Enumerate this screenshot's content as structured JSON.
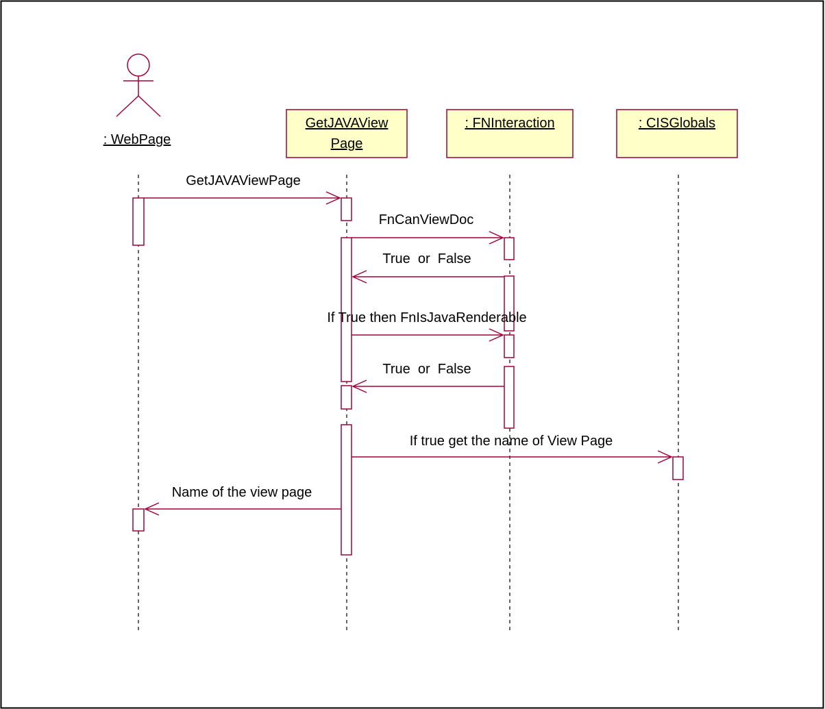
{
  "diagram": {
    "kind": "UML sequence diagram",
    "colors": {
      "frame": "#000000",
      "line": "#a0003a",
      "object_fill": "#ffffc8",
      "lifeline": "#000000",
      "text": "#000000"
    },
    "participants": [
      {
        "id": "webpage",
        "label": ": WebPage",
        "type": "actor"
      },
      {
        "id": "getjava",
        "label_lines": [
          "GetJAVAView",
          "Page"
        ],
        "type": "object"
      },
      {
        "id": "fninteraction",
        "label": ": FNInteraction",
        "type": "object"
      },
      {
        "id": "cisglobals",
        "label": ": CISGlobals",
        "type": "object"
      }
    ],
    "messages": [
      {
        "id": "m1",
        "from": "webpage",
        "to": "getjava",
        "label": "GetJAVAViewPage"
      },
      {
        "id": "m2",
        "from": "getjava",
        "to": "fninteraction",
        "label": "FnCanViewDoc"
      },
      {
        "id": "m3",
        "from": "fninteraction",
        "to": "getjava",
        "label": "True  or  False"
      },
      {
        "id": "m4",
        "from": "getjava",
        "to": "fninteraction",
        "label": "If True then FnIsJavaRenderable"
      },
      {
        "id": "m5",
        "from": "fninteraction",
        "to": "getjava",
        "label": "True  or  False"
      },
      {
        "id": "m6",
        "from": "getjava",
        "to": "cisglobals",
        "label": "If true get the name of View Page"
      },
      {
        "id": "m7",
        "from": "getjava",
        "to": "webpage",
        "label": "Name of the view page"
      }
    ]
  }
}
